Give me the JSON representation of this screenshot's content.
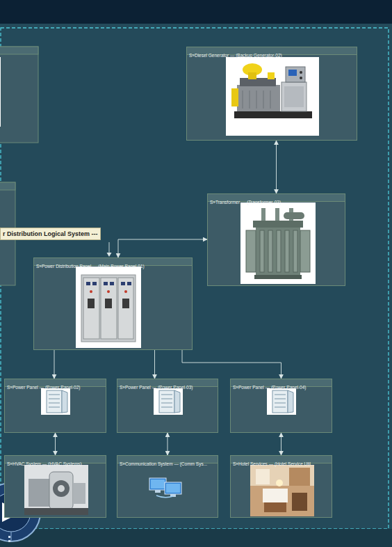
{
  "diagram": {
    "nodes": [
      {
        "text": [
          "S»Diesel Generator — (Backup Generator-02)"
        ]
      },
      {
        "text": [
          "S»Transformer — (Transformer-02)"
        ]
      },
      {
        "text": [
          "S»Power Distribution Panel — (Main Power Panel-01)"
        ]
      },
      {
        "text": [
          "S»Power Panel — (Power Panel-02)"
        ]
      },
      {
        "text": [
          "S»Power Panel — (Power Panel-03)"
        ]
      },
      {
        "text": [
          "S»Power Panel — (Power Panel-04)"
        ]
      },
      {
        "text": [
          "S»HVAC System — (HVAC Systems)"
        ]
      },
      {
        "text": [
          "S»Communication System — (Comm Sys..."
        ]
      },
      {
        "text": [
          "S»Hotel Services — (Hotel Service Util..."
        ]
      }
    ],
    "edges": [
      {
        "from": 0,
        "to": 1,
        "arrow": "both"
      },
      {
        "from": 1,
        "to": 2,
        "arrow": "both"
      },
      {
        "from": 2,
        "to": 3,
        "arrow": "to"
      },
      {
        "from": 2,
        "to": 4,
        "arrow": "to"
      },
      {
        "from": 2,
        "to": 5,
        "arrow": "to"
      },
      {
        "from": 3,
        "to": 6,
        "arrow": "both"
      },
      {
        "from": 4,
        "to": 7,
        "arrow": "both"
      },
      {
        "from": 5,
        "to": 8,
        "arrow": "both"
      }
    ],
    "labels": [
      "r Distribution Logical System ---"
    ]
  }
}
